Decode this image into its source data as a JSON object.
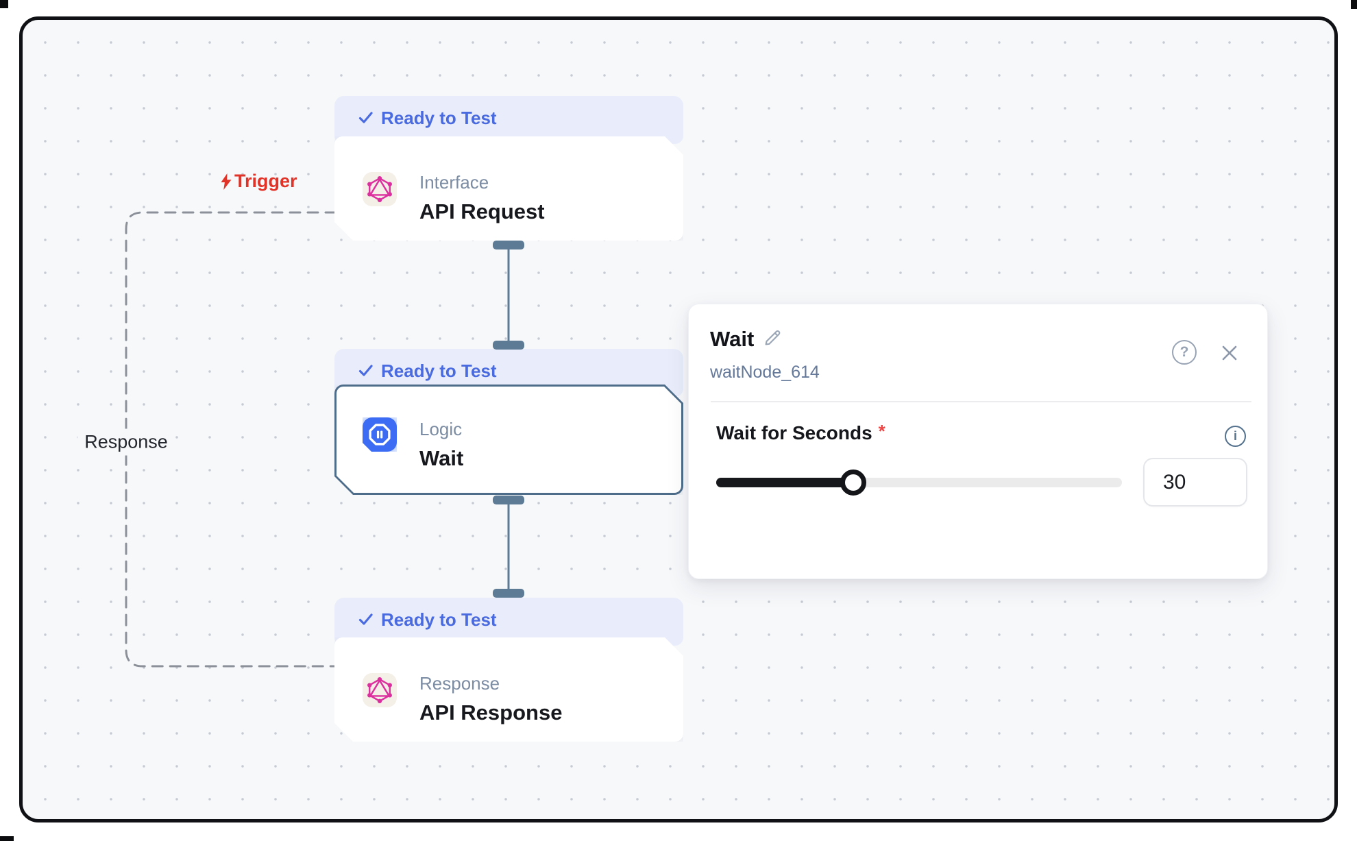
{
  "canvas": {
    "background": "#f7f8fa",
    "dot_color": "#c6cad3",
    "border_color": "#101114"
  },
  "edge_labels": {
    "trigger": "Trigger",
    "response": "Response"
  },
  "nodes": [
    {
      "status": "Ready to Test",
      "category": "Interface",
      "title": "API Request",
      "icon": "graphql-icon",
      "selected": false
    },
    {
      "status": "Ready to Test",
      "category": "Logic",
      "title": "Wait",
      "icon": "pause-octagon-icon",
      "selected": true
    },
    {
      "status": "Ready to Test",
      "category": "Response",
      "title": "API Response",
      "icon": "graphql-icon",
      "selected": false
    }
  ],
  "panel": {
    "title": "Wait",
    "subtitle": "waitNode_614",
    "field": {
      "label": "Wait for Seconds",
      "required_marker": "*",
      "value": "30",
      "slider": {
        "fill_percent": 33.8,
        "fill_style": "width:33.8%",
        "handle_style": "left:33.8%"
      }
    }
  },
  "colors": {
    "badge_text_blue": "#4a6be0",
    "badge_bg": "#e9edfb",
    "selected_border": "#4e6d8a",
    "connector_slate": "#5d7b95",
    "trigger_red": "#e23329",
    "required_red": "#ef4444",
    "slider_fill_black": "#17181b",
    "graphql_pink": "#dc2f9e",
    "wait_icon_blue": "#3b6cf3"
  }
}
